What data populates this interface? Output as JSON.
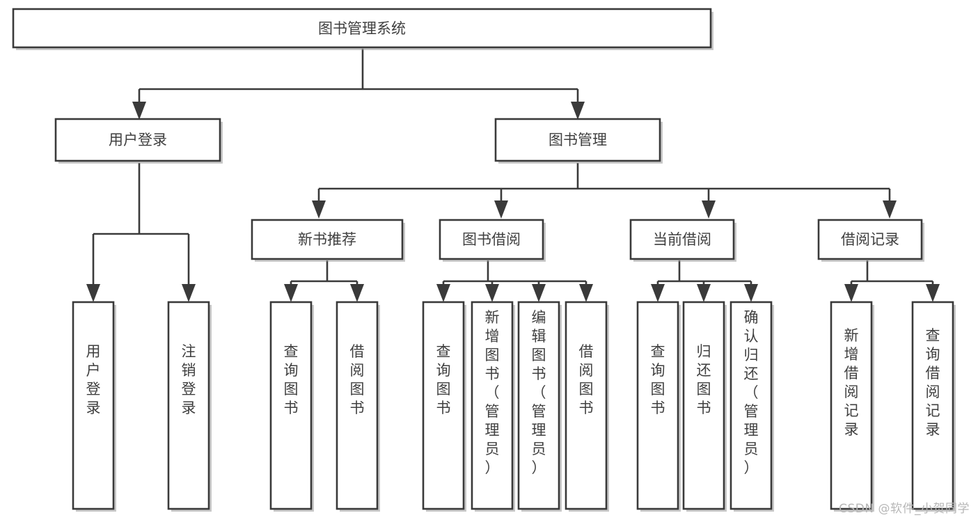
{
  "diagram": {
    "type": "tree",
    "orientation": "top-down",
    "title": "图书管理系统",
    "colors": {
      "background": "#ffffff",
      "box_fill": "#ffffff",
      "box_stroke": "#3a3a3a",
      "text": "#3f3f3f",
      "edge": "#3a3a3a",
      "watermark": "#b7b7b7"
    },
    "nodes": {
      "root": {
        "label": "图书管理系统",
        "level": 0,
        "text_orientation": "horizontal"
      },
      "l1": [
        {
          "id": "user-login",
          "label": "用户登录",
          "level": 1,
          "text_orientation": "horizontal"
        },
        {
          "id": "book-manage",
          "label": "图书管理",
          "level": 1,
          "text_orientation": "horizontal"
        }
      ],
      "l2": [
        {
          "id": "new-book-rec",
          "label": "新书推荐",
          "level": 2,
          "text_orientation": "horizontal"
        },
        {
          "id": "book-borrow",
          "label": "图书借阅",
          "level": 2,
          "text_orientation": "horizontal"
        },
        {
          "id": "current-borrow",
          "label": "当前借阅",
          "level": 2,
          "text_orientation": "horizontal"
        },
        {
          "id": "borrow-record",
          "label": "借阅记录",
          "level": 2,
          "text_orientation": "horizontal"
        }
      ],
      "leaves": [
        {
          "id": "leaf-user-login",
          "label": "用户登录",
          "parent": "user-login",
          "text_orientation": "vertical"
        },
        {
          "id": "leaf-user-logout",
          "label": "注销登录",
          "parent": "user-login",
          "text_orientation": "vertical"
        },
        {
          "id": "leaf-query-book-1",
          "label": "查询图书",
          "parent": "new-book-rec",
          "text_orientation": "vertical"
        },
        {
          "id": "leaf-borrow-book-1",
          "label": "借阅图书",
          "parent": "new-book-rec",
          "text_orientation": "vertical"
        },
        {
          "id": "leaf-query-book-2",
          "label": "查询图书",
          "parent": "book-borrow",
          "text_orientation": "vertical"
        },
        {
          "id": "leaf-add-book",
          "label": "新增图书（管理员）",
          "parent": "book-borrow",
          "text_orientation": "vertical"
        },
        {
          "id": "leaf-edit-book",
          "label": "编辑图书（管理员）",
          "parent": "book-borrow",
          "text_orientation": "vertical"
        },
        {
          "id": "leaf-borrow-book-2",
          "label": "借阅图书",
          "parent": "book-borrow",
          "text_orientation": "vertical"
        },
        {
          "id": "leaf-query-book-3",
          "label": "查询图书",
          "parent": "current-borrow",
          "text_orientation": "vertical"
        },
        {
          "id": "leaf-return-book",
          "label": "归还图书",
          "parent": "current-borrow",
          "text_orientation": "vertical"
        },
        {
          "id": "leaf-confirm-return",
          "label": "确认归还（管理员）",
          "parent": "current-borrow",
          "text_orientation": "vertical"
        },
        {
          "id": "leaf-add-record",
          "label": "新增借阅记录",
          "parent": "borrow-record",
          "text_orientation": "vertical"
        },
        {
          "id": "leaf-query-record",
          "label": "查询借阅记录",
          "parent": "borrow-record",
          "text_orientation": "vertical"
        }
      ]
    }
  },
  "watermark": {
    "text": "CSDN @软件_小贺同学"
  }
}
